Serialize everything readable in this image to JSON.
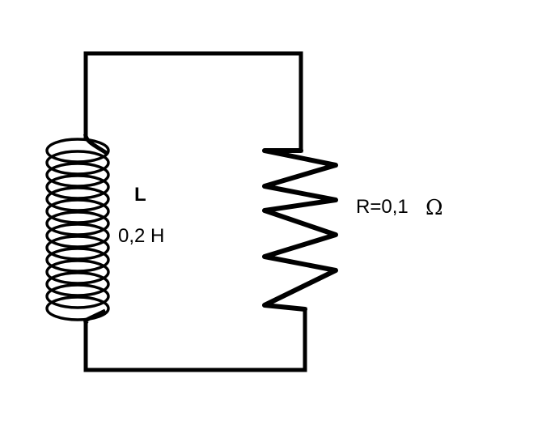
{
  "inductor": {
    "symbol": "L",
    "value": "0,2 H"
  },
  "resistor": {
    "label": "R=0,1",
    "unit": "Ω"
  },
  "colors": {
    "stroke": "#000000",
    "background": "#ffffff"
  }
}
